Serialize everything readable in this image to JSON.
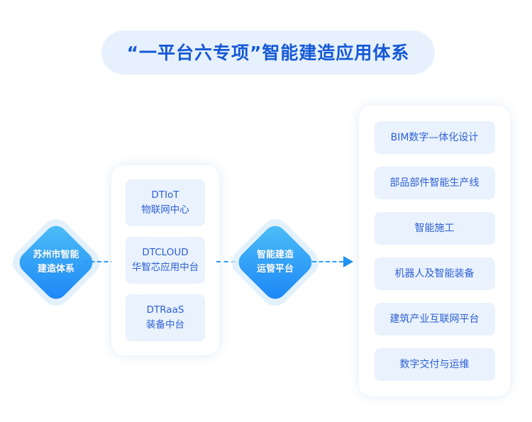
{
  "title": {
    "text": "“一平台六专项”智能建造应用体系"
  },
  "colors": {
    "accent": "#1a84f7",
    "title_text": "#1559d6",
    "pill_bg": "#e9f2fd",
    "pill_text": "#2e5fd4",
    "title_pill_bg": "#e7f1fd",
    "connector": "#2a9bf5",
    "card_bg": "#ffffff",
    "page_bg": "#ffffff"
  },
  "nodes": {
    "source": {
      "line1": "苏州市智能",
      "line2": "建造体系"
    },
    "platform": {
      "line1": "智能建造",
      "line2": "运管平台"
    }
  },
  "middle_card": {
    "items": [
      {
        "line1": "DTIoT",
        "line2": "物联网中心"
      },
      {
        "line1": "DTCLOUD",
        "line2": "华智芯应用中台"
      },
      {
        "line1": "DTRaaS",
        "line2": "装备中台"
      }
    ]
  },
  "right_card": {
    "items": [
      {
        "label": "BIM数字—体化设计"
      },
      {
        "label": "部品部件智能生产线"
      },
      {
        "label": "智能施工"
      },
      {
        "label": "机器人及智能装备"
      },
      {
        "label": "建筑产业互联网平台"
      },
      {
        "label": "数字交付与运维"
      }
    ]
  }
}
